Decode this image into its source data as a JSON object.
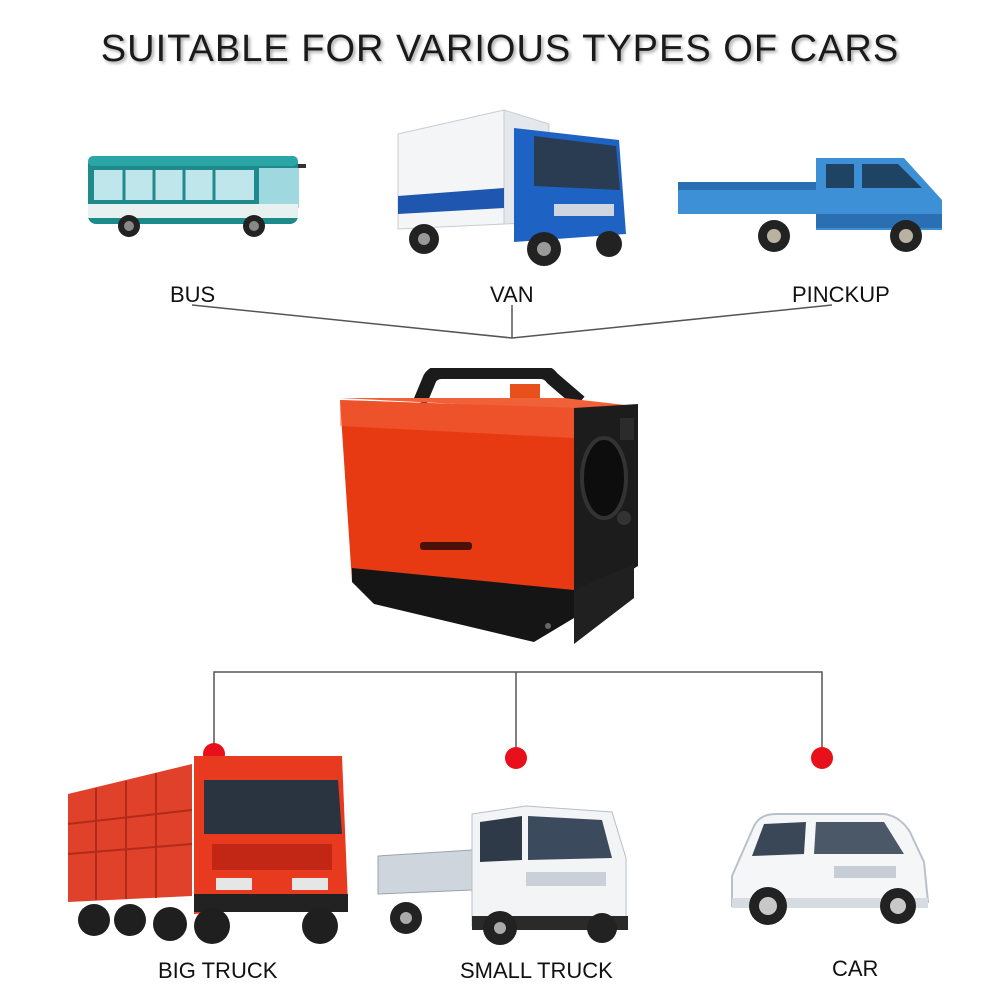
{
  "title": "SUITABLE FOR VARIOUS TYPES OF CARS",
  "vehicles": {
    "bus": "BUS",
    "van": "VAN",
    "pickup": "PINCKUP",
    "big_truck": "BIG TRUCK",
    "small_truck": "SMALL TRUCK",
    "car": "CAR"
  },
  "colors": {
    "heater_body": "#e83a12",
    "marker_dot": "#e8101a",
    "line": "#555555"
  }
}
